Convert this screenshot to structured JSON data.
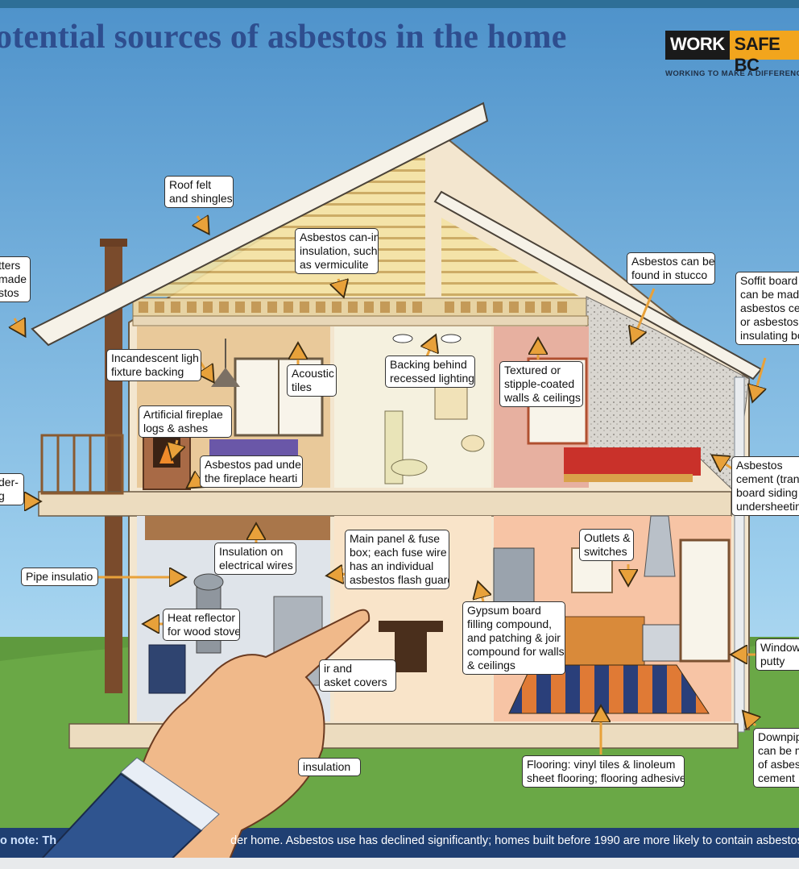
{
  "header": {
    "title": "otential sources of asbestos in the home",
    "logo_work": "WORK",
    "logo_safe": "SAFE BC",
    "tagline": "WORKING TO MAKE A DIFFERENCE"
  },
  "labels": {
    "roof_felt": [
      "Roof felt",
      "and shingles"
    ],
    "vermiculite": [
      "Asbestos can-in",
      "insulation, such",
      "as vermiculite"
    ],
    "stucco": [
      "Asbestos can be",
      "found in stucco"
    ],
    "soffit": [
      "Soffit board",
      "can be mad",
      "asbestos ce",
      "or asbestos",
      "insulating bo"
    ],
    "gutters": [
      "tters",
      "made",
      "stos"
    ],
    "light_fixture": [
      "Incandescent ligh",
      "fixture backing"
    ],
    "acoustic": [
      "Acoustic",
      "tiles"
    ],
    "recessed": [
      "Backing behind",
      "recessed lighting"
    ],
    "textured": [
      "Textured or",
      "stipple-coated",
      "walls & ceilings"
    ],
    "fireplace_logs": [
      "Artificial fireplae",
      "logs & ashes"
    ],
    "hearth_pad": [
      "Asbestos pad unde",
      "the fireplace hearti"
    ],
    "cement_siding": [
      "Asbestos",
      "cement (tran",
      "board siding",
      "undersheetin"
    ],
    "deck": [
      "der-",
      "g"
    ],
    "wires": [
      "Insulation on",
      "electrical wires"
    ],
    "main_panel": [
      "Main panel & fuse",
      "box; each fuse wire",
      "has an individual",
      "asbestos flash guard"
    ],
    "outlets": [
      "Outlets &",
      "switches"
    ],
    "pipe": [
      "Pipe insulatio"
    ],
    "heat_reflector": [
      "Heat reflector",
      "for wood stove"
    ],
    "gypsum": [
      "Gypsum board",
      "filling compound,",
      "and patching & joir",
      "compound for walls",
      "& ceilings"
    ],
    "window_putty": [
      "Window",
      "putty"
    ],
    "gasket": [
      "ir and",
      "asket covers"
    ],
    "downpipe": [
      "Downpip",
      "can be m",
      "of asbes",
      "cement"
    ],
    "insulation": [
      "insulation"
    ],
    "flooring": [
      "Flooring: vinyl tiles & linoleum",
      "sheet flooring; flooring adhesive"
    ]
  },
  "footer": {
    "note_label": "o note: Th",
    "note_text": "der home. Asbestos use has declined significantly; homes built before 1990 are more likely to contain asbestos produ"
  },
  "colors": {
    "sky": "#5e9fd0",
    "title": "#2e4e8f",
    "wall": "#f3e6cf",
    "roof": "#f6f2e8",
    "arrow": "#e8a13a",
    "brand_orange": "#f2a51d"
  }
}
